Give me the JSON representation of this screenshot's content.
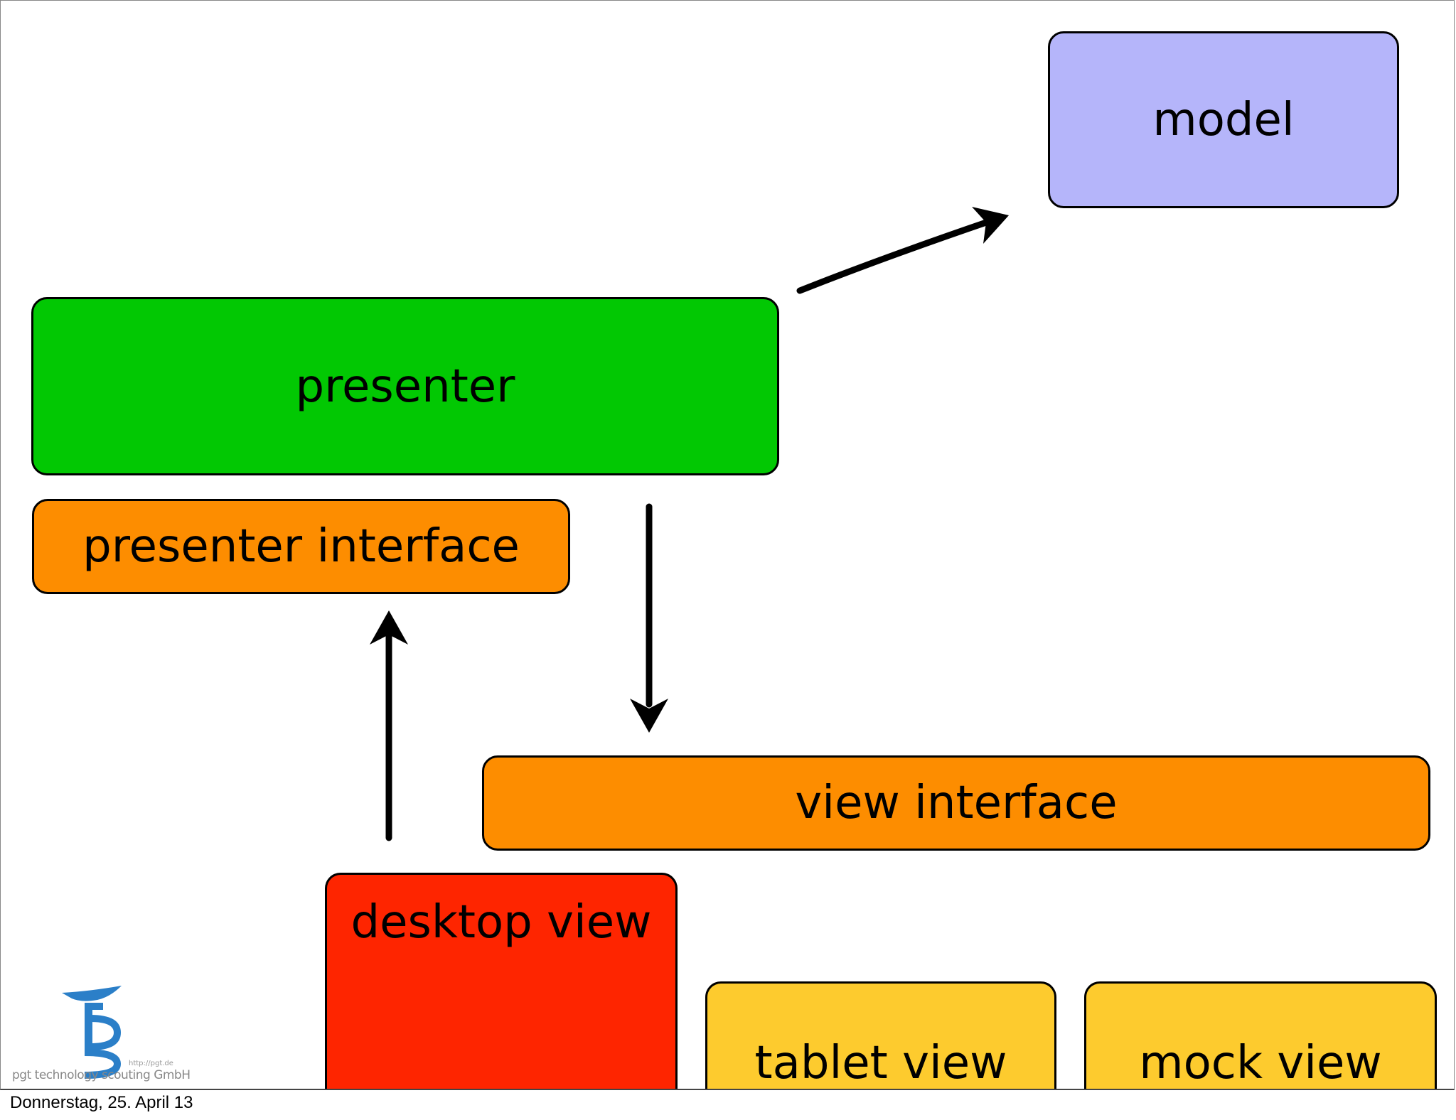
{
  "diagram": {
    "boxes": {
      "model": {
        "label": "model",
        "color": "#b5b5fa"
      },
      "presenter": {
        "label": "presenter",
        "color": "#02c803"
      },
      "presenter_interface": {
        "label": "presenter interface",
        "color": "#fd8d00"
      },
      "view_interface": {
        "label": "view interface",
        "color": "#fd8d00"
      },
      "desktop_view": {
        "label": "desktop view",
        "color": "#fe2500"
      },
      "tablet_view": {
        "label": "tablet view",
        "color": "#fdcb2e"
      },
      "mock_view": {
        "label": "mock view",
        "color": "#fdcb2e"
      }
    }
  },
  "logo": {
    "text": "pgt technology scouting GmbH",
    "url": "http://pgt.de",
    "mark": "pgt",
    "color": "#2b7fc8"
  },
  "footer": {
    "date": "Donnerstag, 25. April 13"
  }
}
